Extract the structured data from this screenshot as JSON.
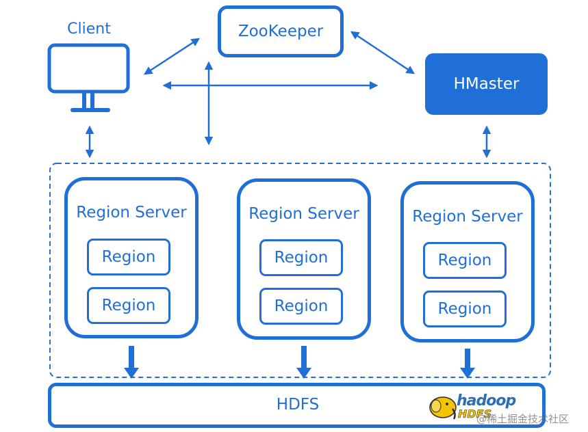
{
  "client": {
    "label": "Client"
  },
  "zookeeper": {
    "label": "ZooKeeper"
  },
  "hmaster": {
    "label": "HMaster"
  },
  "region_servers": [
    {
      "title": "Region Server",
      "regions": [
        "Region",
        "Region"
      ]
    },
    {
      "title": "Region Server",
      "regions": [
        "Region",
        "Region"
      ]
    },
    {
      "title": "Region Server",
      "regions": [
        "Region",
        "Region"
      ]
    }
  ],
  "hdfs": {
    "label": "HDFS"
  },
  "logo": {
    "line1": "hadoop",
    "line2": "HDFS"
  },
  "watermark": {
    "text": "@稀土掘金技术社区"
  },
  "colors": {
    "primary": "#1f6fd6",
    "hmaster_fill": "#1f6fd6",
    "logo_yellow": "#f2c500"
  }
}
